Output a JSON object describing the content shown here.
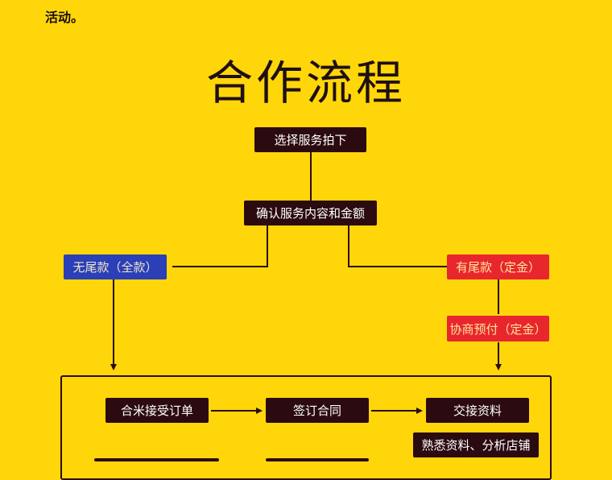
{
  "intro_text": "活动。",
  "title": "合作流程",
  "steps": {
    "select_service": "选择服务拍下",
    "confirm": "确认服务内容和金额",
    "no_balance": "无尾款（全款）",
    "has_balance": "有尾款（定金）",
    "negotiate": "协商预付（定金）",
    "contact": "合米接受订单",
    "sign": "签订合同",
    "hand_over": "交接资料",
    "analyze": "熟悉资料、分析店铺"
  },
  "colors": {
    "background": "#FFD60A",
    "dark_box": "#2b0b10",
    "blue_box": "#2a3fb8",
    "red_box": "#e8262e"
  }
}
